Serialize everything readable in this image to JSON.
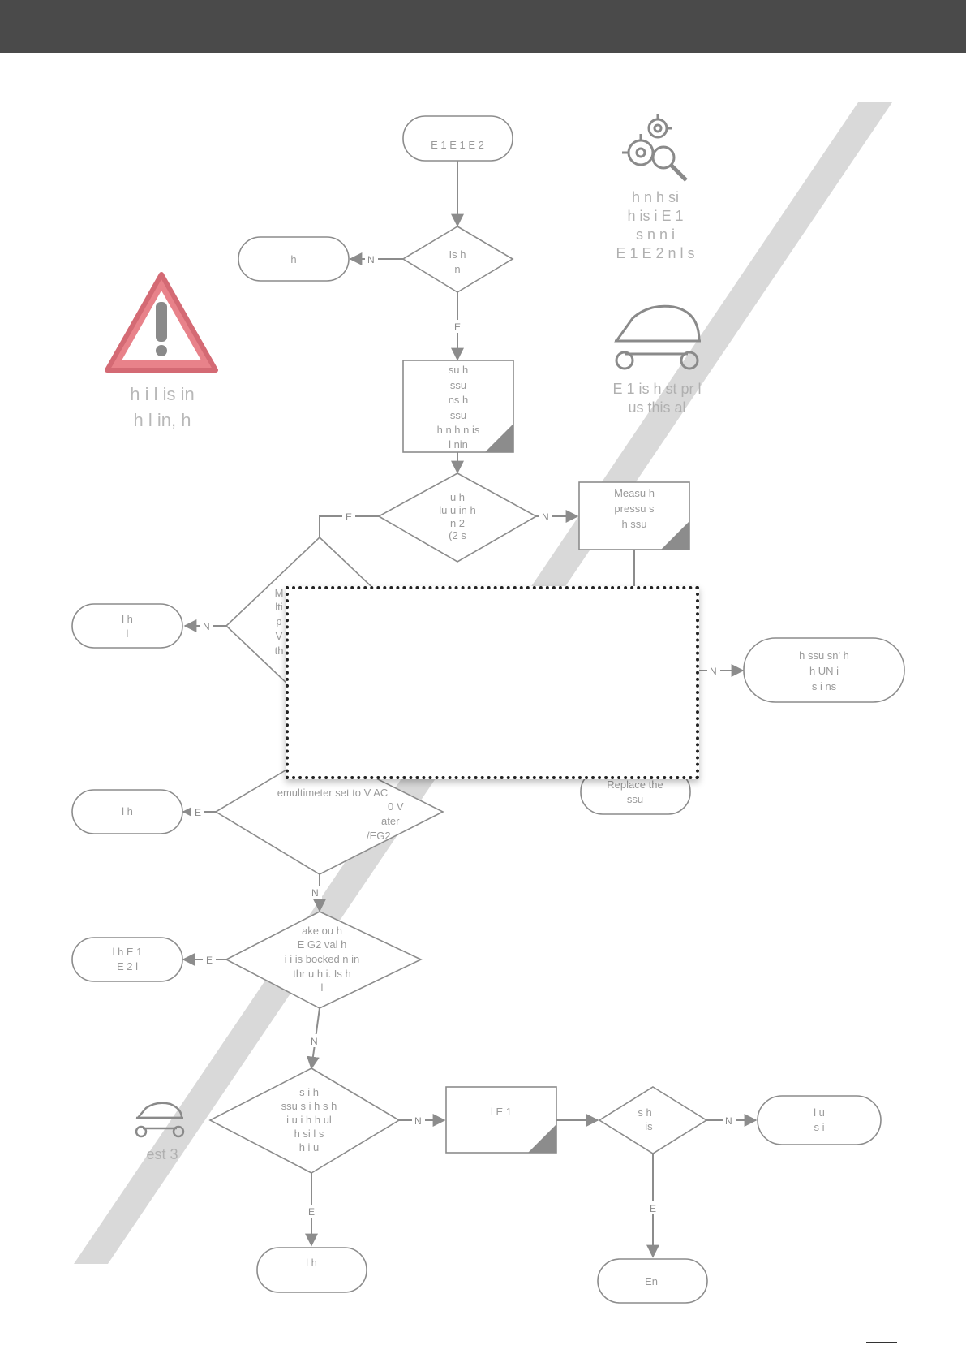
{
  "nodes": {
    "start": {
      "lines": [
        "",
        "E 1  E 1 E 2"
      ]
    },
    "q1": {
      "lines": [
        "Is h",
        "n"
      ]
    },
    "left1": {
      "lines": [
        "h"
      ]
    },
    "measure1": {
      "lines": [
        "su h",
        "ssu",
        "ns h",
        "ssu",
        "h n h n is",
        "l nin"
      ]
    },
    "q2": {
      "lines": [
        "u h",
        "lu u in h",
        "n 2",
        "(2 s"
      ]
    },
    "yes_no_q2_yes": "E",
    "measure2": {
      "lines": [
        "Measu h",
        "pressu s",
        "h ssu"
      ]
    },
    "q3": {
      "lines": [
        "M",
        "lti",
        "p",
        "V",
        "th"
      ]
    },
    "left2": {
      "lines": [
        "l h",
        "l"
      ]
    },
    "right1": {
      "lines": [
        "h ssu sn' h",
        "h UN i",
        "s i ns"
      ]
    },
    "q4": {
      "lines": [
        "emultimeter set to V AC",
        "0 V",
        "ater",
        "/EG2"
      ]
    },
    "replace": {
      "lines": [
        "Replace the",
        "ssu"
      ]
    },
    "left3": {
      "lines": [
        "l h"
      ]
    },
    "q5": {
      "lines": [
        "ake ou h",
        "E G2 val h",
        "i i is bocked n in",
        "thr u h i. Is h",
        "l"
      ]
    },
    "left4": {
      "lines": [
        "l h E 1",
        "E 2 l"
      ]
    },
    "q6": {
      "lines": [
        "s i h",
        "ssu s i h s h",
        "i u i h h ul",
        "h si l s",
        "h i u"
      ]
    },
    "box_mid": {
      "lines": [
        "l E 1",
        ""
      ]
    },
    "q7": {
      "lines": [
        "s h",
        "is"
      ]
    },
    "right2": {
      "lines": [
        "l u",
        "s i"
      ]
    },
    "bottom_left": {
      "lines": [
        "l h",
        ""
      ]
    },
    "end": {
      "lines": [
        "En"
      ]
    }
  },
  "edges": {
    "yes": "E",
    "no": "N"
  },
  "side_texts": {
    "warning": [
      "h i l is in",
      "h l in, h"
    ],
    "tools_note": [
      "h n h si",
      "h is i E 1",
      "s n n i",
      "E 1 E 2 n l s"
    ],
    "helmet_note": [
      "E 1 is h st pr l",
      "us this al"
    ],
    "test_label": "est 3"
  },
  "icons": {
    "warning": "warning-triangle-icon",
    "gears": "gears-magnifier-icon",
    "helmet": "helmet-wrench-icon",
    "helmet_small": "helmet-wrench-icon"
  },
  "colors": {
    "header": "#4a4a4a",
    "warning_fill": "#e8828a",
    "stripe": "#d9d9d9",
    "shape_stroke": "#8c8c8c"
  }
}
